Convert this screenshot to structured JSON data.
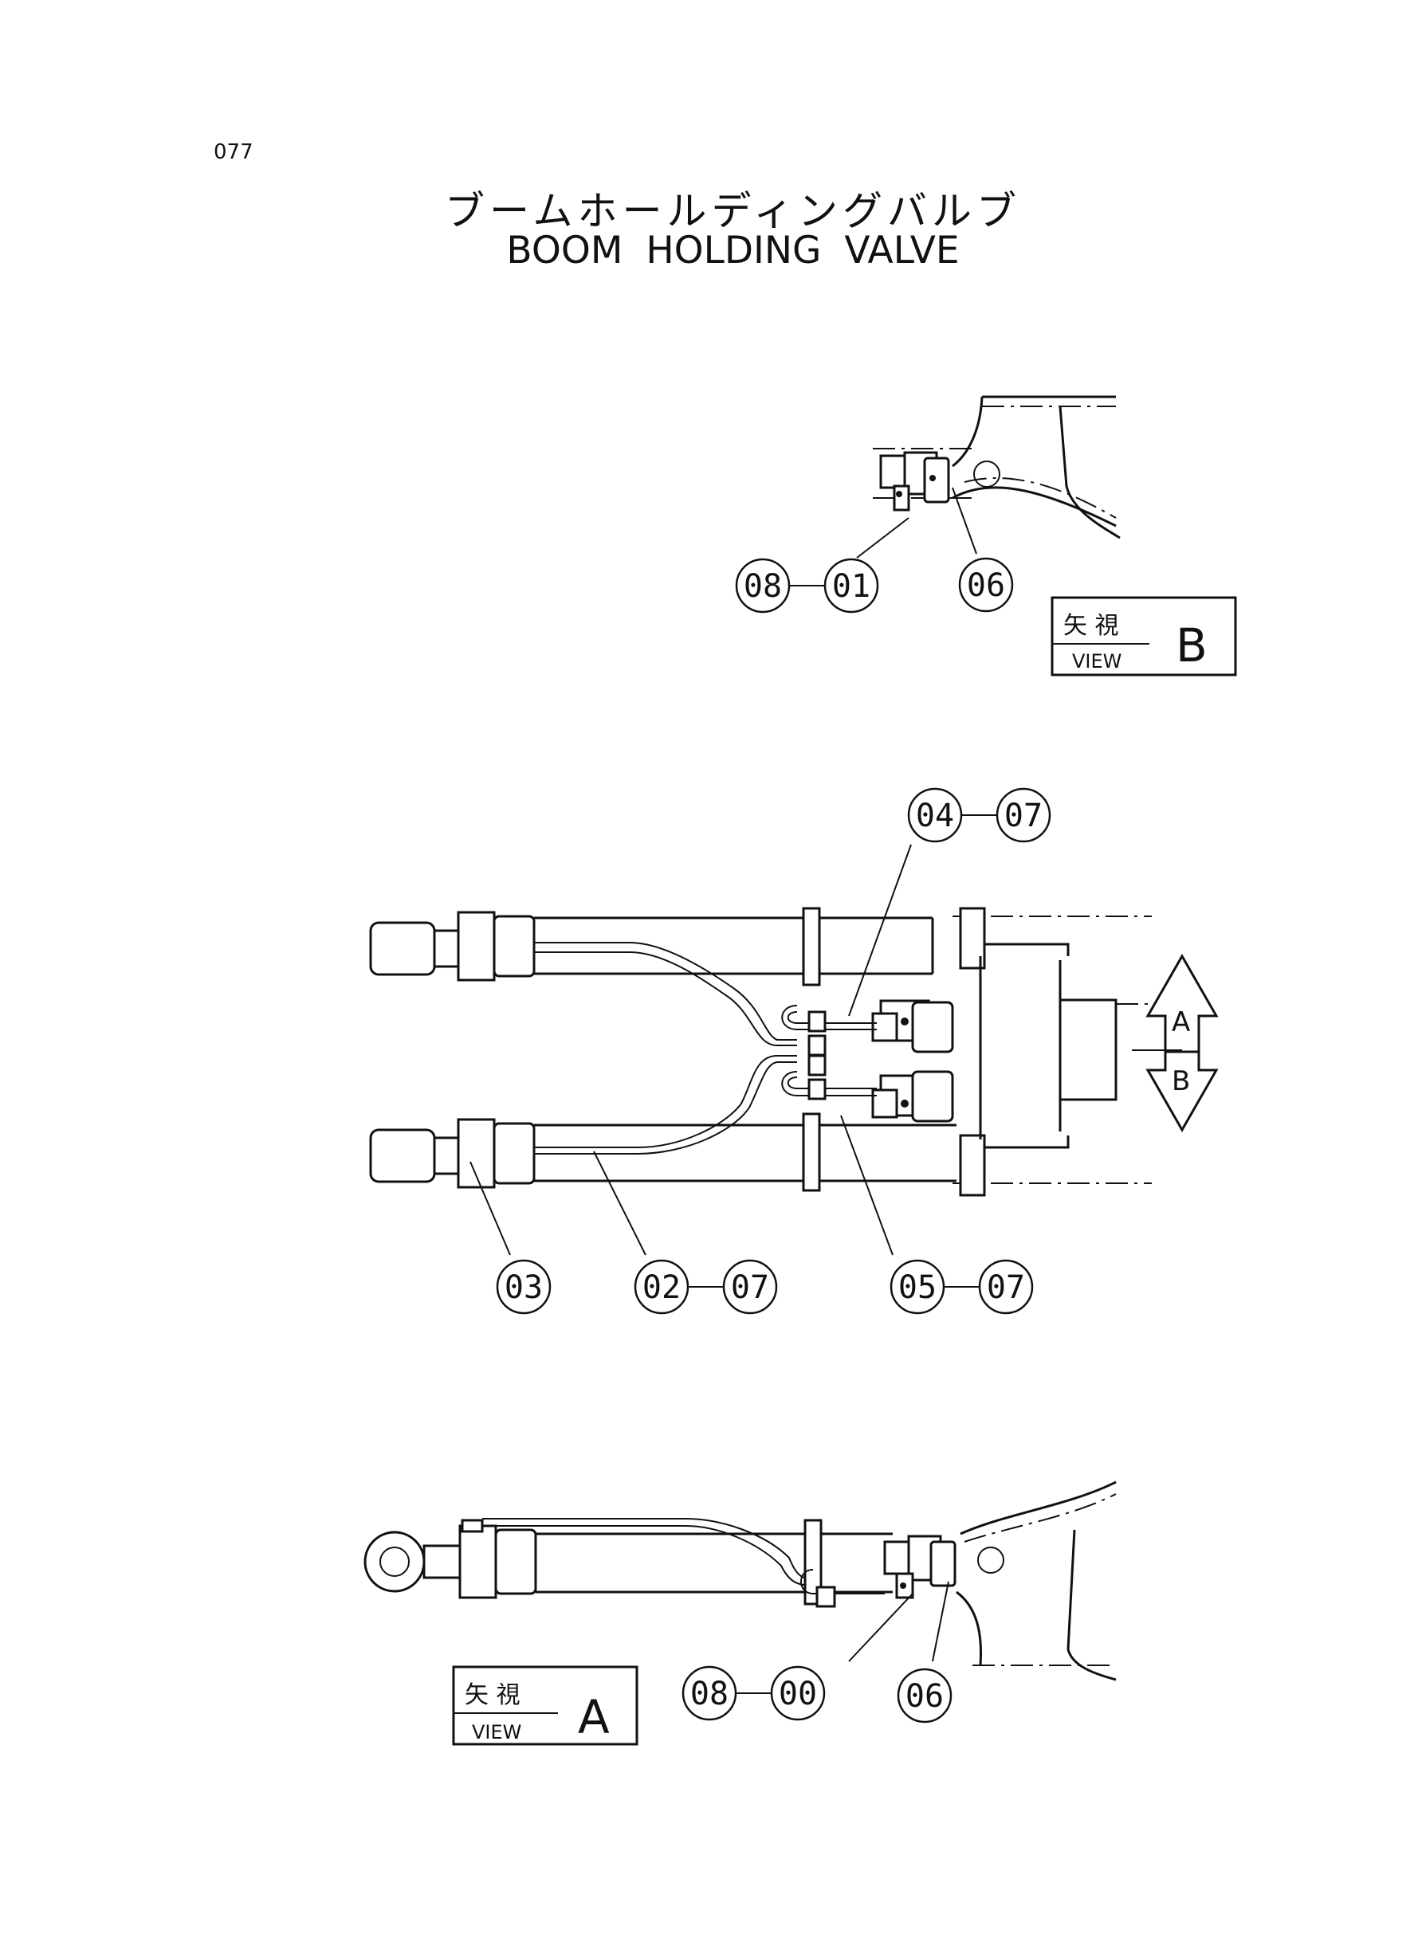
{
  "page_number": "077",
  "title_jp": "ブームホールディングバルブ",
  "title_en": "BOOM HOLDING VALVE",
  "view_b": {
    "jp": "矢 視",
    "view": "VIEW",
    "letter": "B"
  },
  "view_a": {
    "jp": "矢 視",
    "view": "VIEW",
    "letter": "A"
  },
  "direction_arrow": {
    "up": "A",
    "down": "B"
  },
  "callouts_view_b": [
    "08",
    "01",
    "06"
  ],
  "callouts_top": [
    "04",
    "07"
  ],
  "callouts_bottom": [
    "03",
    "02",
    "07",
    "05",
    "07"
  ],
  "callouts_view_a": [
    "08",
    "00",
    "06"
  ]
}
